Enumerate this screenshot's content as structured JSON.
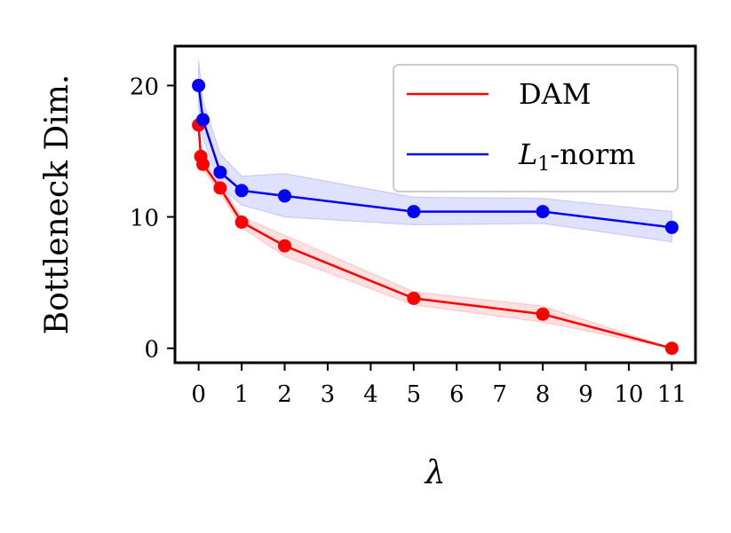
{
  "chart_data": {
    "type": "line",
    "title": "",
    "xlabel": "λ",
    "ylabel": "Bottleneck Dim.",
    "xlim": [
      -0.55,
      11.55
    ],
    "ylim": [
      -1.1,
      23.0
    ],
    "xticks": [
      0,
      1,
      2,
      3,
      4,
      5,
      6,
      7,
      8,
      9,
      10,
      11
    ],
    "xtick_labels": [
      "0",
      "1",
      "2",
      "3",
      "4",
      "5",
      "6",
      "7",
      "8",
      "9",
      "10",
      "11"
    ],
    "yticks": [
      0,
      10,
      20
    ],
    "ytick_labels": [
      "0",
      "10",
      "20"
    ],
    "grid": false,
    "legend_position": "top-right",
    "series": [
      {
        "name": "DAM",
        "color": "#ff0000",
        "band_color": "#ff9999",
        "x": [
          0,
          0.05,
          0.1,
          0.5,
          1,
          2,
          5,
          8,
          11
        ],
        "y": [
          17.0,
          14.6,
          14.0,
          12.2,
          9.6,
          7.8,
          3.8,
          2.6,
          0.0
        ],
        "lower": [
          16.6,
          14.1,
          13.6,
          11.8,
          9.2,
          7.0,
          3.3,
          2.0,
          0.0
        ],
        "upper": [
          17.4,
          15.1,
          14.4,
          12.6,
          10.0,
          8.6,
          4.3,
          3.2,
          0.0
        ]
      },
      {
        "name_prefix": "L",
        "name_subscript": "1",
        "name_suffix": "-norm",
        "color": "#0000ff",
        "band_color": "#9999ff",
        "x": [
          0,
          0.1,
          0.5,
          1,
          2,
          5,
          8,
          11
        ],
        "y": [
          20.0,
          17.4,
          13.4,
          12.0,
          11.6,
          10.4,
          10.4,
          9.2
        ],
        "lower": [
          18.3,
          16.0,
          12.3,
          10.9,
          10.0,
          9.4,
          9.5,
          8.1
        ],
        "upper": [
          21.9,
          18.8,
          14.8,
          13.1,
          13.3,
          11.5,
          11.4,
          10.4
        ]
      }
    ]
  }
}
